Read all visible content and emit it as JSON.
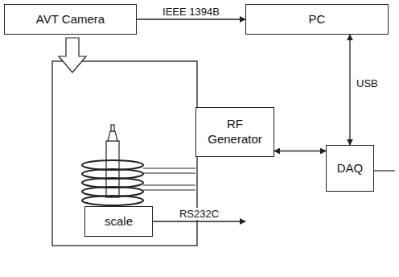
{
  "diagram": {
    "nodes": [
      {
        "text": [
          "AVT Camera"
        ]
      },
      {
        "text": [
          "PC"
        ]
      },
      {
        "text": [
          "RF Generator"
        ]
      },
      {
        "text": [
          "DAQ"
        ]
      },
      {
        "text": [
          "scale"
        ]
      }
    ],
    "edges": [
      {
        "from": 0,
        "to": 1,
        "label": "IEEE 1394B",
        "arrow": "to"
      },
      {
        "from": 1,
        "to": 3,
        "label": "USB",
        "arrow": "both"
      },
      {
        "from": 2,
        "to": 3,
        "arrow": "both"
      },
      {
        "from": 4,
        "to": 1,
        "label": "RS232C",
        "arrow": "to"
      }
    ]
  }
}
